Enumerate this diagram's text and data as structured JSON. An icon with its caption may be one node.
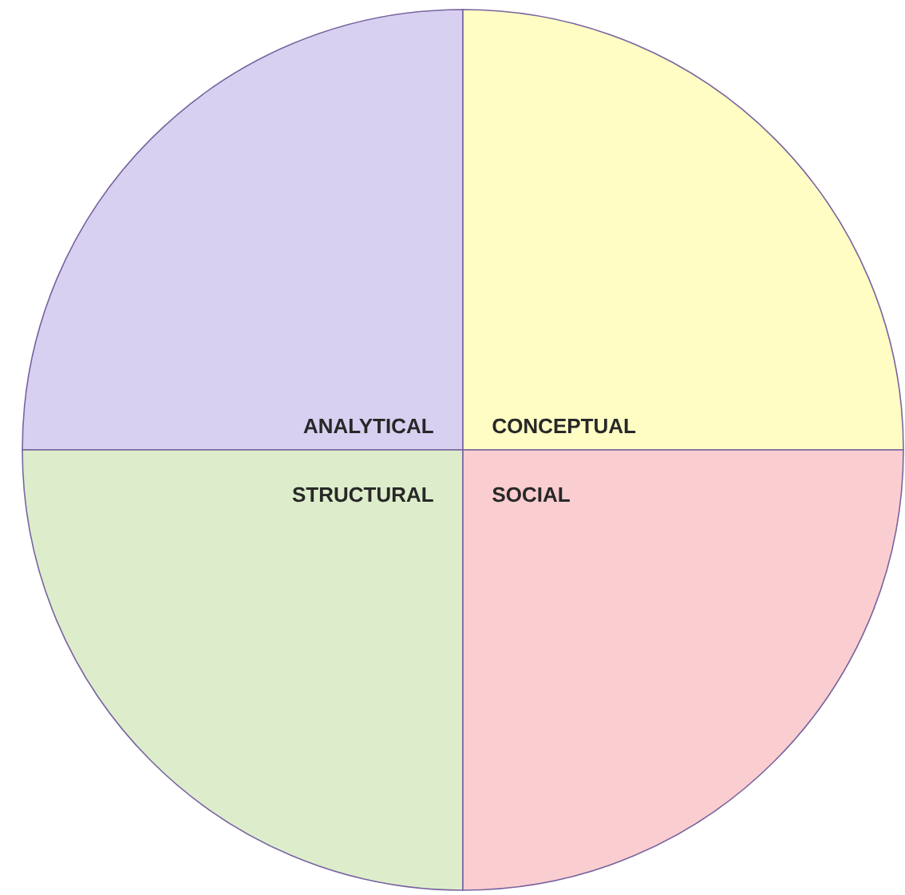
{
  "diagram": {
    "nodes": [
      {
        "text": [
          "ANALYTICAL"
        ]
      },
      {
        "text": [
          "CONCEPTUAL"
        ]
      },
      {
        "text": [
          "STRUCTURAL"
        ]
      },
      {
        "text": [
          "SOCIAL"
        ]
      }
    ]
  }
}
